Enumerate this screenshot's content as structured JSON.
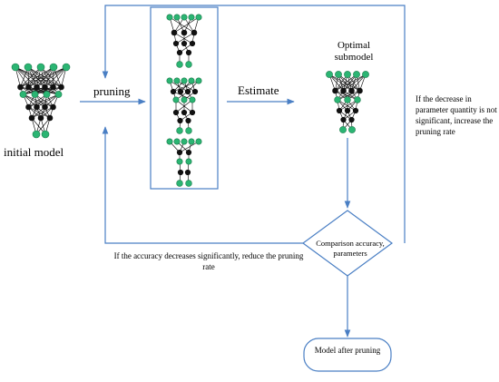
{
  "labels": {
    "initial_model": "initial model",
    "pruning": "pruning",
    "estimate": "Estimate",
    "optimal_submodel": "Optimal submodel",
    "right_note": "If the decrease in parameter quantity is not significant, increase the pruning rate",
    "left_note": "If the accuracy decreases significantly, reduce the pruning rate",
    "comparison": "Comparison accuracy, parameters",
    "final_model": "Model after pruning"
  },
  "colors": {
    "flow_line": "#4a7fc4",
    "node_fill": "#2bb573",
    "node_stroke": "#1a7a4a",
    "hidden_node": "#111111",
    "edge": "#000000"
  }
}
